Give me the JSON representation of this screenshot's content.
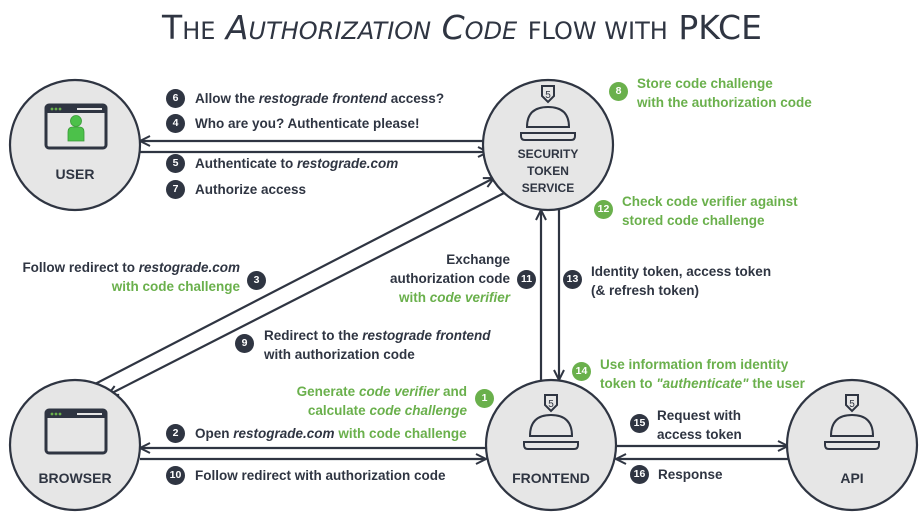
{
  "title": {
    "prefix": "The",
    "italic": "Authorization Code",
    "middle": "flow with",
    "suffix": "PKCE"
  },
  "colors": {
    "dark": "#2f3542",
    "green": "#6ab04c",
    "node_fill": "#e6e6e6"
  },
  "nodes": {
    "user": {
      "label": "USER",
      "icon": "browser-with-user-icon"
    },
    "sts": {
      "label_lines": [
        "SECURITY",
        "TOKEN",
        "SERVICE"
      ],
      "icon": "cloche-icon",
      "shield_text": "5"
    },
    "browser": {
      "label": "BROWSER",
      "icon": "browser-window-icon"
    },
    "frontend": {
      "label": "FRONTEND",
      "icon": "cloche-icon",
      "shield_text": "5"
    },
    "api": {
      "label": "API",
      "icon": "cloche-icon",
      "shield_text": "5"
    }
  },
  "steps": [
    {
      "n": "1",
      "color": "green",
      "lines": [
        [
          {
            "t": "Generate ",
            "s": "g"
          },
          {
            "t": "code verifier",
            "s": "gi"
          },
          {
            "t": " and",
            "s": "g"
          }
        ],
        [
          {
            "t": "calculate ",
            "s": "g"
          },
          {
            "t": "code challenge",
            "s": "gi"
          }
        ]
      ]
    },
    {
      "n": "2",
      "color": "dark",
      "lines": [
        [
          {
            "t": "Open ",
            "s": "d"
          },
          {
            "t": "restograde.com",
            "s": "di"
          },
          {
            "t": " with code challenge",
            "s": "g"
          }
        ]
      ]
    },
    {
      "n": "3",
      "color": "dark",
      "lines": [
        [
          {
            "t": "Follow redirect to ",
            "s": "d"
          },
          {
            "t": "restograde.com",
            "s": "di"
          }
        ],
        [
          {
            "t": "with code challenge",
            "s": "g"
          }
        ]
      ]
    },
    {
      "n": "4",
      "color": "dark",
      "lines": [
        [
          {
            "t": "Who are you? Authenticate please!",
            "s": "d"
          }
        ]
      ]
    },
    {
      "n": "5",
      "color": "dark",
      "lines": [
        [
          {
            "t": "Authenticate to ",
            "s": "d"
          },
          {
            "t": "restograde.com",
            "s": "di"
          }
        ]
      ]
    },
    {
      "n": "6",
      "color": "dark",
      "lines": [
        [
          {
            "t": "Allow the ",
            "s": "d"
          },
          {
            "t": "restograde frontend",
            "s": "di"
          },
          {
            "t": " access?",
            "s": "d"
          }
        ]
      ]
    },
    {
      "n": "7",
      "color": "dark",
      "lines": [
        [
          {
            "t": "Authorize access",
            "s": "d"
          }
        ]
      ]
    },
    {
      "n": "8",
      "color": "green",
      "lines": [
        [
          {
            "t": "Store code challenge",
            "s": "g"
          }
        ],
        [
          {
            "t": "with the authorization code",
            "s": "g"
          }
        ]
      ]
    },
    {
      "n": "9",
      "color": "dark",
      "lines": [
        [
          {
            "t": "Redirect to the ",
            "s": "d"
          },
          {
            "t": "restograde frontend",
            "s": "di"
          }
        ],
        [
          {
            "t": "with authorization code",
            "s": "d"
          }
        ]
      ]
    },
    {
      "n": "10",
      "color": "dark",
      "lines": [
        [
          {
            "t": "Follow redirect with authorization code",
            "s": "d"
          }
        ]
      ]
    },
    {
      "n": "11",
      "color": "dark",
      "lines": [
        [
          {
            "t": "Exchange",
            "s": "d"
          }
        ],
        [
          {
            "t": "authorization code",
            "s": "d"
          }
        ],
        [
          {
            "t": "with ",
            "s": "g"
          },
          {
            "t": "code verifier",
            "s": "gi"
          }
        ]
      ]
    },
    {
      "n": "12",
      "color": "green",
      "lines": [
        [
          {
            "t": "Check code verifier against",
            "s": "g"
          }
        ],
        [
          {
            "t": "stored code challenge",
            "s": "g"
          }
        ]
      ]
    },
    {
      "n": "13",
      "color": "dark",
      "lines": [
        [
          {
            "t": "Identity token, access token",
            "s": "d"
          }
        ],
        [
          {
            "t": "(& refresh token)",
            "s": "d"
          }
        ]
      ]
    },
    {
      "n": "14",
      "color": "green",
      "lines": [
        [
          {
            "t": "Use information from identity",
            "s": "g"
          }
        ],
        [
          {
            "t": "token to ",
            "s": "g"
          },
          {
            "t": "\"authenticate\"",
            "s": "gi"
          },
          {
            "t": " the user",
            "s": "g"
          }
        ]
      ]
    },
    {
      "n": "15",
      "color": "dark",
      "lines": [
        [
          {
            "t": "Request with",
            "s": "d"
          }
        ],
        [
          {
            "t": "access token",
            "s": "d"
          }
        ]
      ]
    },
    {
      "n": "16",
      "color": "dark",
      "lines": [
        [
          {
            "t": "Response",
            "s": "d"
          }
        ]
      ]
    }
  ]
}
